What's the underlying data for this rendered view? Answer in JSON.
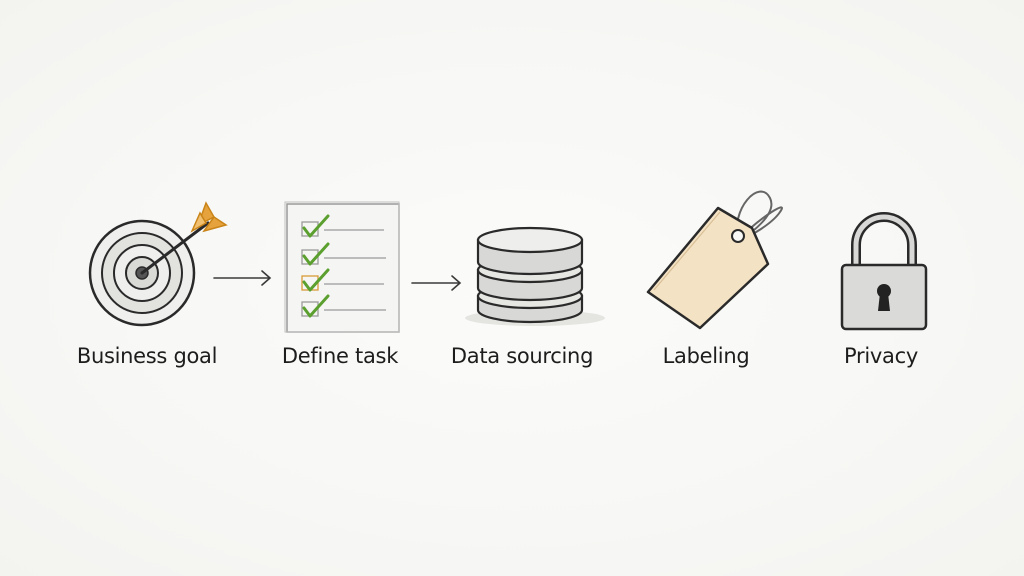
{
  "steps": [
    {
      "label": "Business goal",
      "icon": "target-icon"
    },
    {
      "label": "Define task",
      "icon": "checklist-icon"
    },
    {
      "label": "Data sourcing",
      "icon": "database-icon"
    },
    {
      "label": "Labeling",
      "icon": "tag-icon"
    },
    {
      "label": "Privacy",
      "icon": "padlock-icon"
    }
  ],
  "colors": {
    "ink": "#2a2a2a",
    "check_green": "#5ba02e",
    "arrow_orange": "#e6a23c",
    "tag_fill": "#f4e2c4"
  }
}
